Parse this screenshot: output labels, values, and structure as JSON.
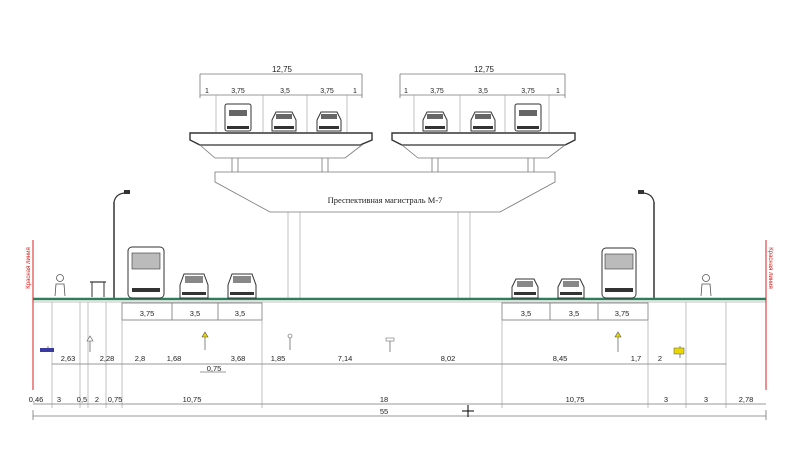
{
  "title": "Преспективная магистраль М-7",
  "red_line_label": "Красная линия",
  "overpass": {
    "left": {
      "total": "12,75",
      "lanes": [
        "1",
        "3,75",
        "3,5",
        "3,75",
        "1"
      ]
    },
    "right": {
      "total": "12,75",
      "lanes": [
        "1",
        "3,75",
        "3,5",
        "3,75",
        "1"
      ]
    }
  },
  "road": {
    "left_lanes": [
      "3,75",
      "3,5",
      "3,5"
    ],
    "right_lanes": [
      "3,5",
      "3,5",
      "3,75"
    ]
  },
  "sub_dims": {
    "row1": [
      "2,63",
      "2,28",
      "2,8",
      "1,68",
      "3,68",
      "1,85",
      "7,14",
      "8,02",
      "8,45",
      "1,7",
      "2"
    ],
    "row2": [
      "0,75"
    ]
  },
  "bottom_dims": [
    "0,46",
    "3",
    "0,5",
    "2",
    "0,75",
    "10,75",
    "18",
    "10,75",
    "3",
    "3",
    "2,78"
  ],
  "total_width": "55",
  "colors": {
    "ground": "#2e7d5b",
    "red_line": "#d7201f",
    "sign_blue": "#3a3aa0",
    "sign_yellow": "#e8d800"
  }
}
